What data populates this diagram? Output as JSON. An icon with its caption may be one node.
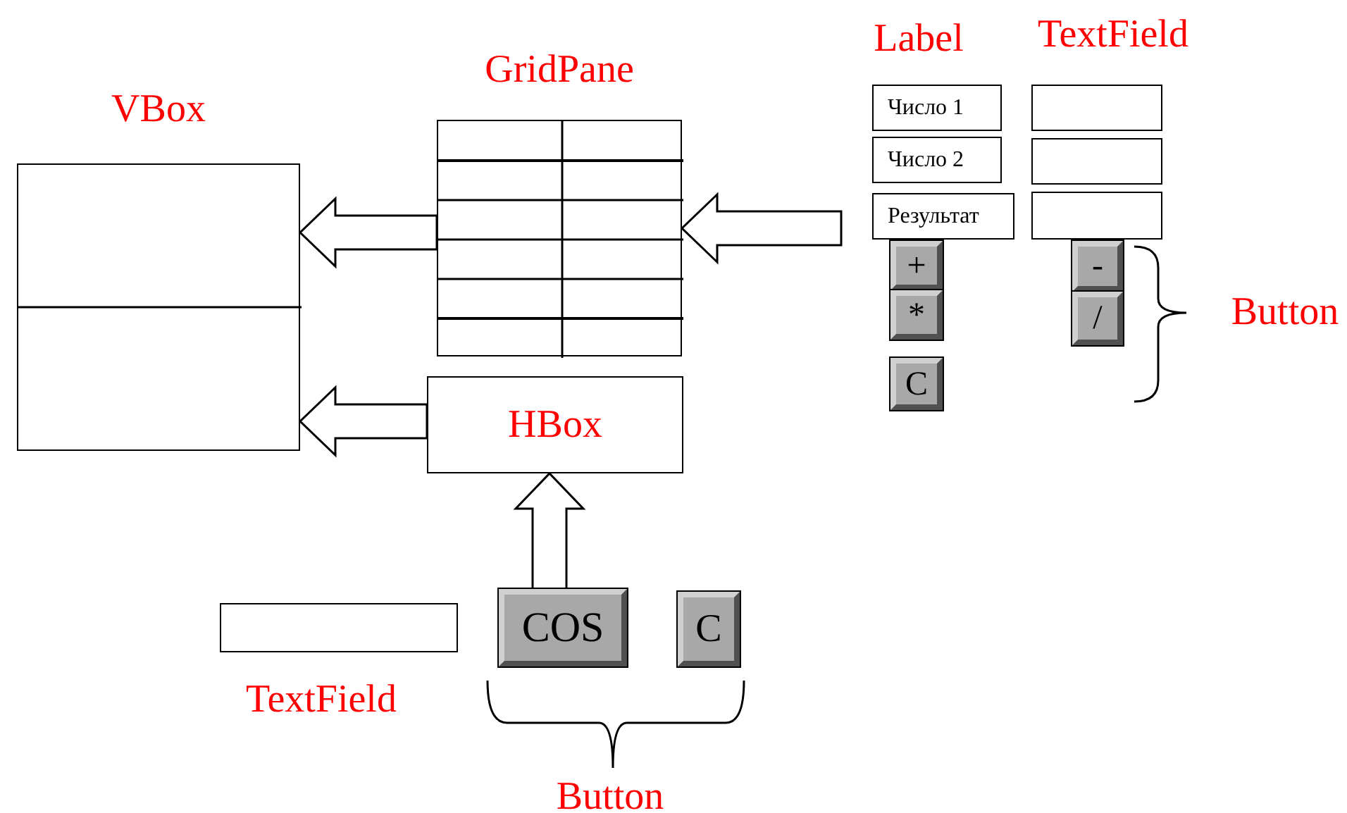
{
  "diagram": {
    "nodes": [
      {
        "text": [
          "VBox"
        ]
      },
      {
        "text": [
          "GridPane"
        ]
      },
      {
        "text": [
          "HBox"
        ]
      },
      {
        "text": [
          "Число 1"
        ]
      },
      {
        "text": [
          "Число 2"
        ]
      },
      {
        "text": [
          "Результат"
        ]
      },
      {
        "text": [],
        "shape": "box"
      },
      {
        "text": [],
        "shape": "box"
      },
      {
        "text": [],
        "shape": "box"
      },
      {
        "text": [
          "+"
        ]
      },
      {
        "text": [
          "*"
        ]
      },
      {
        "text": [
          "C"
        ]
      },
      {
        "text": [
          "-"
        ]
      },
      {
        "text": [
          "/"
        ]
      },
      {
        "text": [],
        "shape": "box"
      },
      {
        "text": [
          "COS"
        ]
      },
      {
        "text": [
          "C"
        ]
      }
    ],
    "edges": [
      {
        "from": 1,
        "to": 0,
        "arrow": "to"
      },
      {
        "from": 2,
        "to": 0,
        "arrow": "to"
      },
      {
        "from": 15,
        "to": 2,
        "arrow": "to"
      },
      {
        "from": null,
        "to": 1,
        "arrow": "to"
      }
    ],
    "labels": [
      "Label",
      "TextField",
      "Button",
      "TextField",
      "Button"
    ]
  }
}
